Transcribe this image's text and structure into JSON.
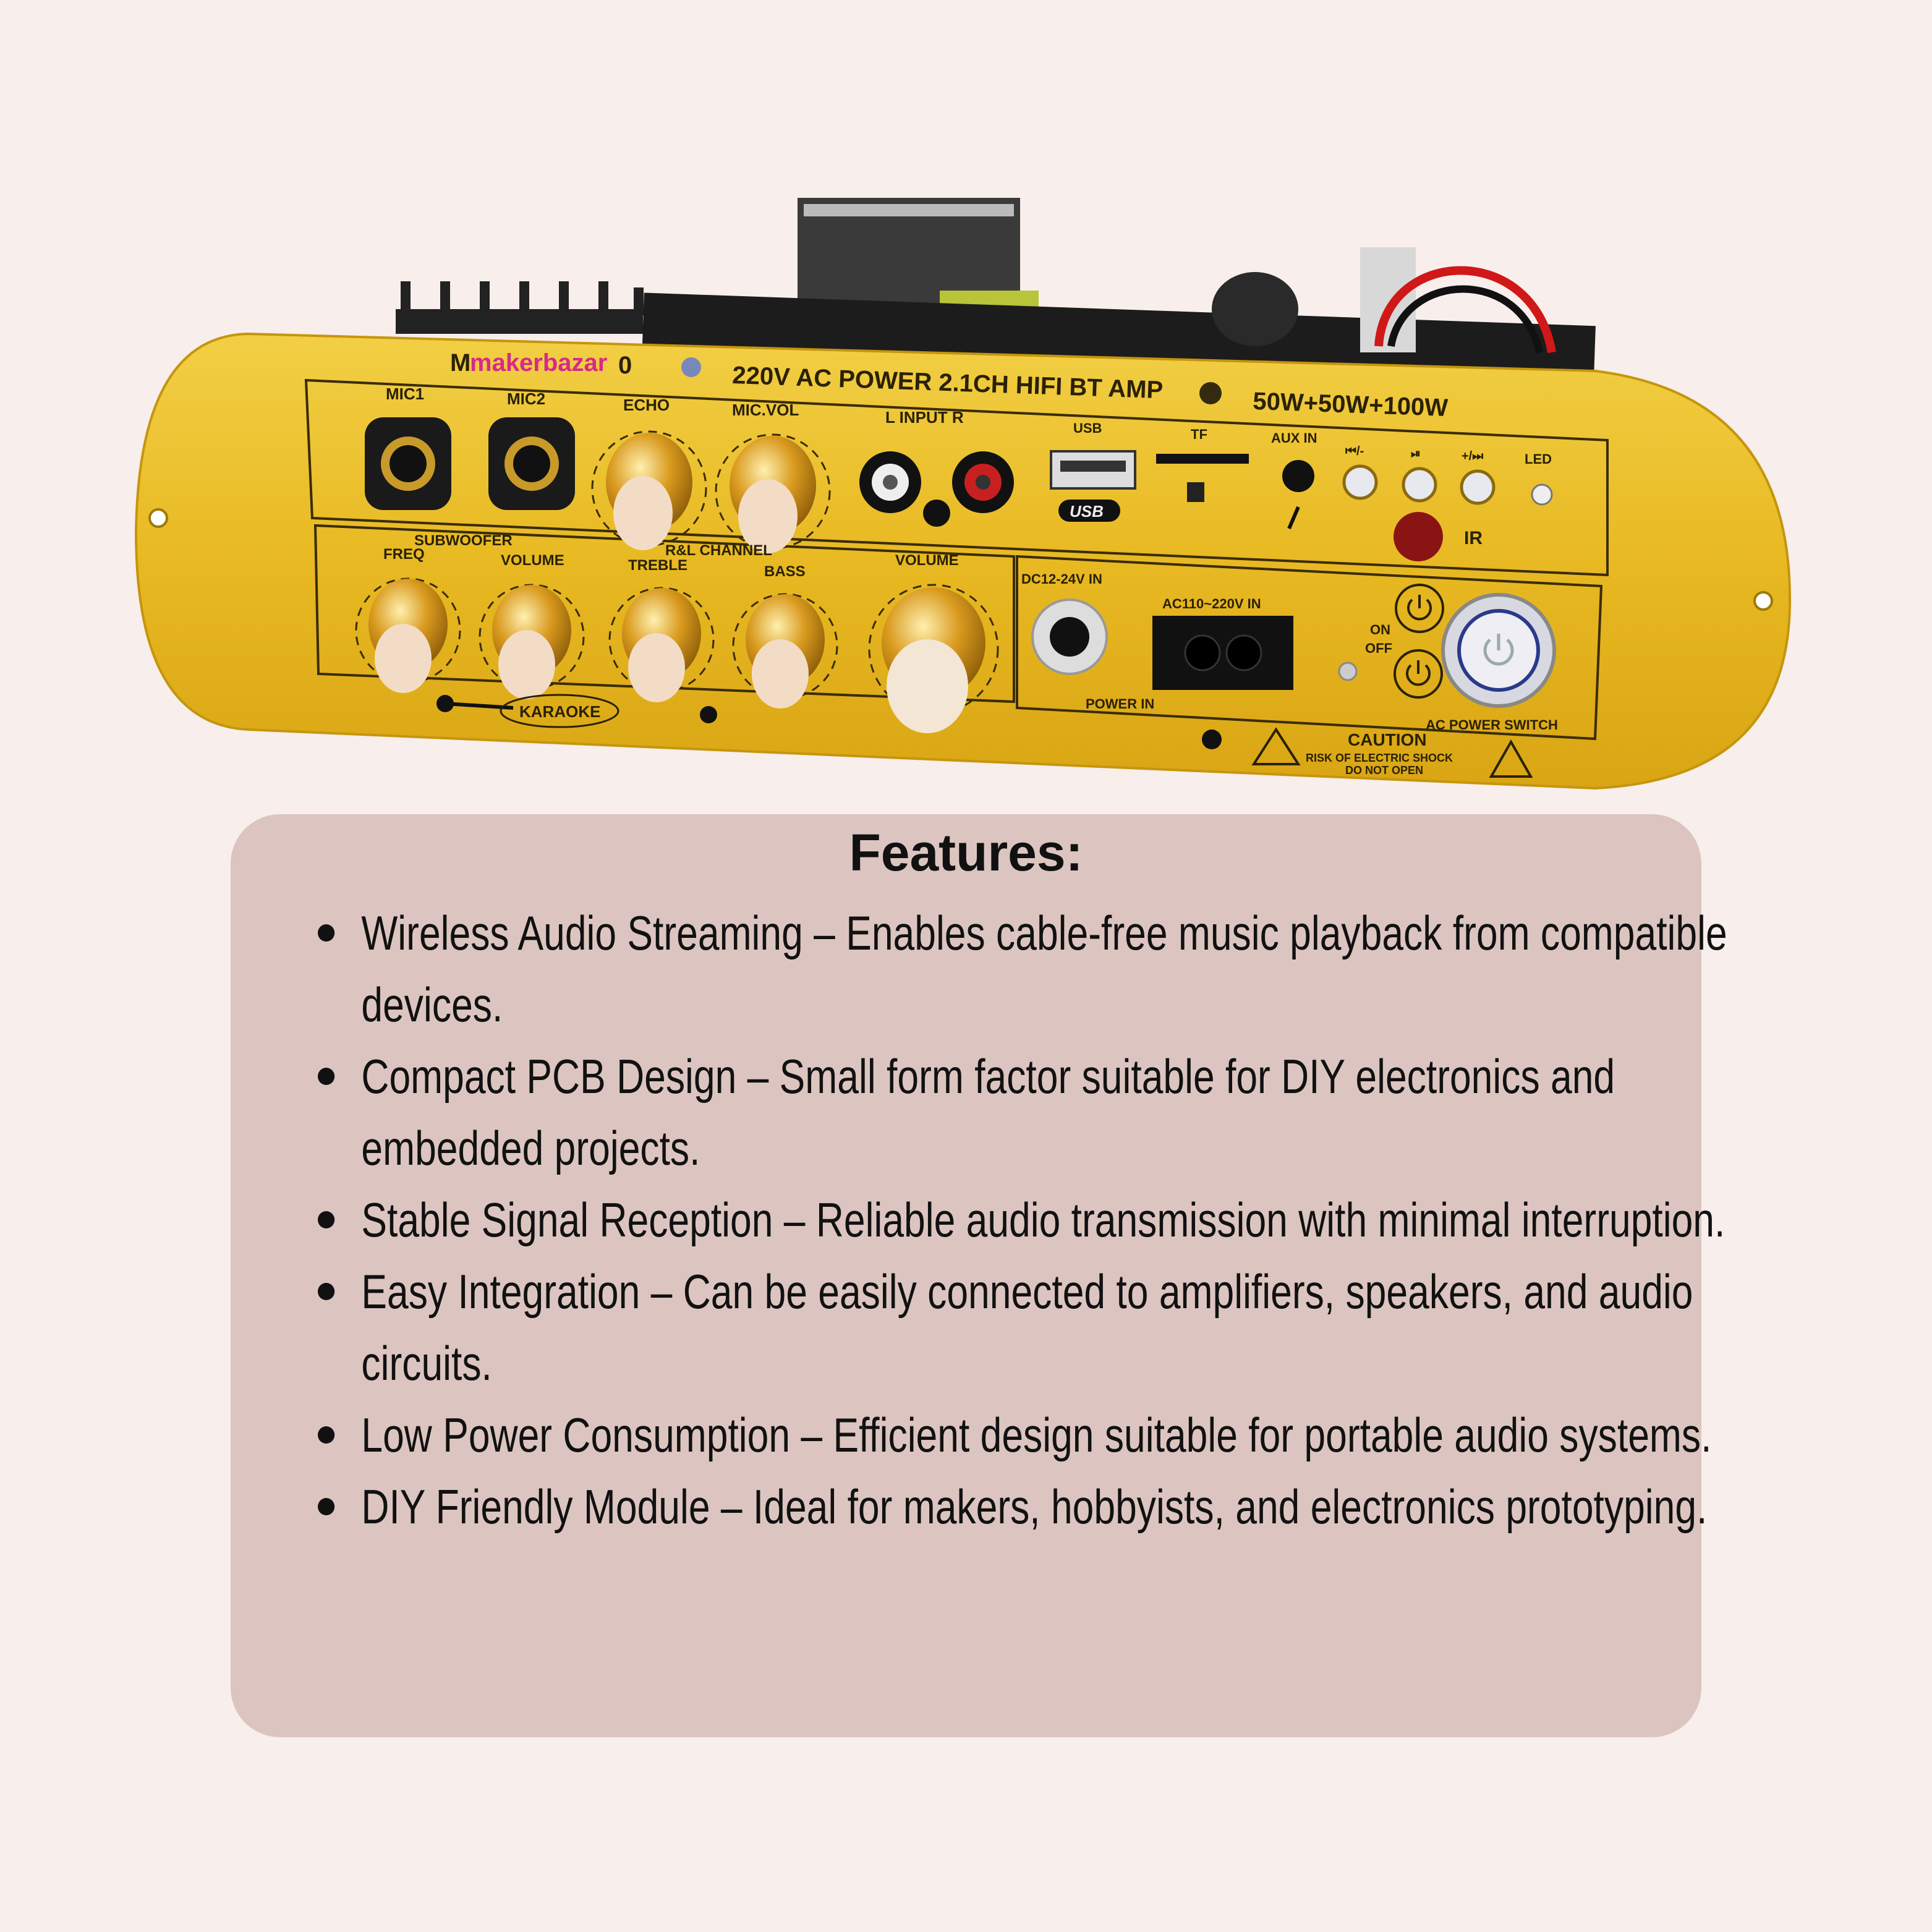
{
  "product": {
    "brand_logo": "makerbazar",
    "model_prefix": "M",
    "model_suffix": "0",
    "headline": "220V AC POWER 2.1CH HIFI BT AMP",
    "power_rating": "50W+50W+100W",
    "labels": {
      "mic1": "MIC1",
      "mic2": "MIC2",
      "echo": "ECHO",
      "mic_vol": "MIC.VOL",
      "input": "L  INPUT R",
      "usb": "USB",
      "usb_badge": "USB",
      "tf": "TF",
      "aux_in": "AUX IN",
      "prev": "⏮/-",
      "play": "⏯",
      "next": "+/⏭",
      "led": "LED",
      "ir": "IR",
      "subwoofer": "SUBWOOFER",
      "freq": "FREQ",
      "sub_volume": "VOLUME",
      "rl_channel": "R&L CHANNEL",
      "treble": "TREBLE",
      "bass": "BASS",
      "volume": "VOLUME",
      "karaoke": "KARAOKE",
      "dc_in": "DC12-24V IN",
      "ac_in": "AC110~220V IN",
      "power_in": "POWER IN",
      "on": "ON",
      "off": "OFF",
      "ac_power_switch": "AC POWER SWITCH",
      "caution": "CAUTION",
      "risk": "RISK OF ELECTRIC SHOCK",
      "do_not_open": "DO NOT OPEN"
    },
    "colors": {
      "panel": "#e8b922",
      "knob": "#d99a1e",
      "knob_cap": "#f3dcc6",
      "ir_window": "#8a1414"
    }
  },
  "features": {
    "title": "Features:",
    "items": [
      "Wireless Audio Streaming – Enables cable-free music playback from compatible devices.",
      "Compact PCB Design – Small form factor suitable for DIY electronics and embedded projects.",
      "Stable Signal Reception – Reliable audio transmission with minimal interruption.",
      "Easy Integration – Can be easily connected to amplifiers, speakers, and audio circuits.",
      "Low Power Consumption – Efficient design suitable for portable audio systems.",
      "DIY Friendly Module – Ideal for makers, hobbyists, and electronics prototyping."
    ]
  }
}
